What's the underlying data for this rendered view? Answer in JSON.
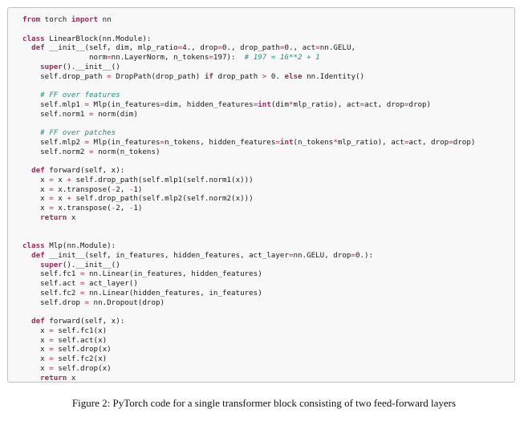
{
  "code_lines": [
    [
      {
        "t": "kw",
        "s": "from"
      },
      {
        "t": "tx",
        "s": " torch "
      },
      {
        "t": "kw",
        "s": "import"
      },
      {
        "t": "tx",
        "s": " nn"
      }
    ],
    [],
    [
      {
        "t": "kw",
        "s": "class"
      },
      {
        "t": "tx",
        "s": " LinearBlock(nn.Module):"
      }
    ],
    [
      {
        "t": "tx",
        "s": "  "
      },
      {
        "t": "kw",
        "s": "def"
      },
      {
        "t": "tx",
        "s": " __init__(self, dim, mlp_ratio"
      },
      {
        "t": "op",
        "s": "="
      },
      {
        "t": "tx",
        "s": "4., drop"
      },
      {
        "t": "op",
        "s": "="
      },
      {
        "t": "tx",
        "s": "0., drop_path"
      },
      {
        "t": "op",
        "s": "="
      },
      {
        "t": "tx",
        "s": "0., act"
      },
      {
        "t": "op",
        "s": "="
      },
      {
        "t": "tx",
        "s": "nn.GELU,"
      }
    ],
    [
      {
        "t": "tx",
        "s": "               norm"
      },
      {
        "t": "op",
        "s": "="
      },
      {
        "t": "tx",
        "s": "nn.LayerNorm, n_tokens"
      },
      {
        "t": "op",
        "s": "="
      },
      {
        "t": "tx",
        "s": "197):  "
      },
      {
        "t": "cm",
        "s": "# 197 = 16**2 + 1"
      }
    ],
    [
      {
        "t": "tx",
        "s": "    "
      },
      {
        "t": "kw",
        "s": "super"
      },
      {
        "t": "tx",
        "s": "().__init__()"
      }
    ],
    [
      {
        "t": "tx",
        "s": "    self.drop_path "
      },
      {
        "t": "op",
        "s": "="
      },
      {
        "t": "tx",
        "s": " DropPath(drop_path) "
      },
      {
        "t": "kw",
        "s": "if"
      },
      {
        "t": "tx",
        "s": " drop_path "
      },
      {
        "t": "op",
        "s": ">"
      },
      {
        "t": "tx",
        "s": " 0. "
      },
      {
        "t": "kw",
        "s": "else"
      },
      {
        "t": "tx",
        "s": " nn.Identity()"
      }
    ],
    [],
    [
      {
        "t": "tx",
        "s": "    "
      },
      {
        "t": "cm",
        "s": "# FF over features"
      }
    ],
    [
      {
        "t": "tx",
        "s": "    self.mlp1 "
      },
      {
        "t": "op",
        "s": "="
      },
      {
        "t": "tx",
        "s": " Mlp(in_features"
      },
      {
        "t": "op",
        "s": "="
      },
      {
        "t": "tx",
        "s": "dim, hidden_features"
      },
      {
        "t": "op",
        "s": "="
      },
      {
        "t": "kw",
        "s": "int"
      },
      {
        "t": "tx",
        "s": "(dim"
      },
      {
        "t": "op",
        "s": "*"
      },
      {
        "t": "tx",
        "s": "mlp_ratio), act"
      },
      {
        "t": "op",
        "s": "="
      },
      {
        "t": "tx",
        "s": "act, drop"
      },
      {
        "t": "op",
        "s": "="
      },
      {
        "t": "tx",
        "s": "drop)"
      }
    ],
    [
      {
        "t": "tx",
        "s": "    self.norm1 "
      },
      {
        "t": "op",
        "s": "="
      },
      {
        "t": "tx",
        "s": " norm(dim)"
      }
    ],
    [],
    [
      {
        "t": "tx",
        "s": "    "
      },
      {
        "t": "cm",
        "s": "# FF over patches"
      }
    ],
    [
      {
        "t": "tx",
        "s": "    self.mlp2 "
      },
      {
        "t": "op",
        "s": "="
      },
      {
        "t": "tx",
        "s": " Mlp(in_features"
      },
      {
        "t": "op",
        "s": "="
      },
      {
        "t": "tx",
        "s": "n_tokens, hidden_features"
      },
      {
        "t": "op",
        "s": "="
      },
      {
        "t": "kw",
        "s": "int"
      },
      {
        "t": "tx",
        "s": "(n_tokens"
      },
      {
        "t": "op",
        "s": "*"
      },
      {
        "t": "tx",
        "s": "mlp_ratio), act"
      },
      {
        "t": "op",
        "s": "="
      },
      {
        "t": "tx",
        "s": "act, drop"
      },
      {
        "t": "op",
        "s": "="
      },
      {
        "t": "tx",
        "s": "drop)"
      }
    ],
    [
      {
        "t": "tx",
        "s": "    self.norm2 "
      },
      {
        "t": "op",
        "s": "="
      },
      {
        "t": "tx",
        "s": " norm(n_tokens)"
      }
    ],
    [],
    [
      {
        "t": "tx",
        "s": "  "
      },
      {
        "t": "kw",
        "s": "def"
      },
      {
        "t": "tx",
        "s": " forward(self, x):"
      }
    ],
    [
      {
        "t": "tx",
        "s": "    x "
      },
      {
        "t": "op",
        "s": "="
      },
      {
        "t": "tx",
        "s": " x "
      },
      {
        "t": "op",
        "s": "+"
      },
      {
        "t": "tx",
        "s": " self.drop_path(self.mlp1(self.norm1(x)))"
      }
    ],
    [
      {
        "t": "tx",
        "s": "    x "
      },
      {
        "t": "op",
        "s": "="
      },
      {
        "t": "tx",
        "s": " x.transpose("
      },
      {
        "t": "op",
        "s": "-"
      },
      {
        "t": "tx",
        "s": "2, "
      },
      {
        "t": "op",
        "s": "-"
      },
      {
        "t": "tx",
        "s": "1)"
      }
    ],
    [
      {
        "t": "tx",
        "s": "    x "
      },
      {
        "t": "op",
        "s": "="
      },
      {
        "t": "tx",
        "s": " x "
      },
      {
        "t": "op",
        "s": "+"
      },
      {
        "t": "tx",
        "s": " self.drop_path(self.mlp2(self.norm2(x)))"
      }
    ],
    [
      {
        "t": "tx",
        "s": "    x "
      },
      {
        "t": "op",
        "s": "="
      },
      {
        "t": "tx",
        "s": " x.transpose("
      },
      {
        "t": "op",
        "s": "-"
      },
      {
        "t": "tx",
        "s": "2, "
      },
      {
        "t": "op",
        "s": "-"
      },
      {
        "t": "tx",
        "s": "1)"
      }
    ],
    [
      {
        "t": "tx",
        "s": "    "
      },
      {
        "t": "kw",
        "s": "return"
      },
      {
        "t": "tx",
        "s": " x"
      }
    ],
    [],
    [],
    [
      {
        "t": "kw",
        "s": "class"
      },
      {
        "t": "tx",
        "s": " Mlp(nn.Module):"
      }
    ],
    [
      {
        "t": "tx",
        "s": "  "
      },
      {
        "t": "kw",
        "s": "def"
      },
      {
        "t": "tx",
        "s": " __init__(self, in_features, hidden_features, act_layer"
      },
      {
        "t": "op",
        "s": "="
      },
      {
        "t": "tx",
        "s": "nn.GELU, drop"
      },
      {
        "t": "op",
        "s": "="
      },
      {
        "t": "tx",
        "s": "0.):"
      }
    ],
    [
      {
        "t": "tx",
        "s": "    "
      },
      {
        "t": "kw",
        "s": "super"
      },
      {
        "t": "tx",
        "s": "().__init__()"
      }
    ],
    [
      {
        "t": "tx",
        "s": "    self.fc1 "
      },
      {
        "t": "op",
        "s": "="
      },
      {
        "t": "tx",
        "s": " nn.Linear(in_features, hidden_features)"
      }
    ],
    [
      {
        "t": "tx",
        "s": "    self.act "
      },
      {
        "t": "op",
        "s": "="
      },
      {
        "t": "tx",
        "s": " act_layer()"
      }
    ],
    [
      {
        "t": "tx",
        "s": "    self.fc2 "
      },
      {
        "t": "op",
        "s": "="
      },
      {
        "t": "tx",
        "s": " nn.Linear(hidden_features, in_features)"
      }
    ],
    [
      {
        "t": "tx",
        "s": "    self.drop "
      },
      {
        "t": "op",
        "s": "="
      },
      {
        "t": "tx",
        "s": " nn.Dropout(drop)"
      }
    ],
    [],
    [
      {
        "t": "tx",
        "s": "  "
      },
      {
        "t": "kw",
        "s": "def"
      },
      {
        "t": "tx",
        "s": " forward(self, x):"
      }
    ],
    [
      {
        "t": "tx",
        "s": "    x "
      },
      {
        "t": "op",
        "s": "="
      },
      {
        "t": "tx",
        "s": " self.fc1(x)"
      }
    ],
    [
      {
        "t": "tx",
        "s": "    x "
      },
      {
        "t": "op",
        "s": "="
      },
      {
        "t": "tx",
        "s": " self.act(x)"
      }
    ],
    [
      {
        "t": "tx",
        "s": "    x "
      },
      {
        "t": "op",
        "s": "="
      },
      {
        "t": "tx",
        "s": " self.drop(x)"
      }
    ],
    [
      {
        "t": "tx",
        "s": "    x "
      },
      {
        "t": "op",
        "s": "="
      },
      {
        "t": "tx",
        "s": " self.fc2(x)"
      }
    ],
    [
      {
        "t": "tx",
        "s": "    x "
      },
      {
        "t": "op",
        "s": "="
      },
      {
        "t": "tx",
        "s": " self.drop(x)"
      }
    ],
    [
      {
        "t": "tx",
        "s": "    "
      },
      {
        "t": "kw",
        "s": "return"
      },
      {
        "t": "tx",
        "s": " x"
      }
    ]
  ],
  "caption": "Figure 2: PyTorch code for a single transformer block consisting of two feed-forward layers",
  "colors": {
    "keyword": "#9b2c5a",
    "comment": "#2e8b7e",
    "text": "#1a1a1a",
    "code_background": "#f8f8f8",
    "border": "#c2c2c2"
  }
}
